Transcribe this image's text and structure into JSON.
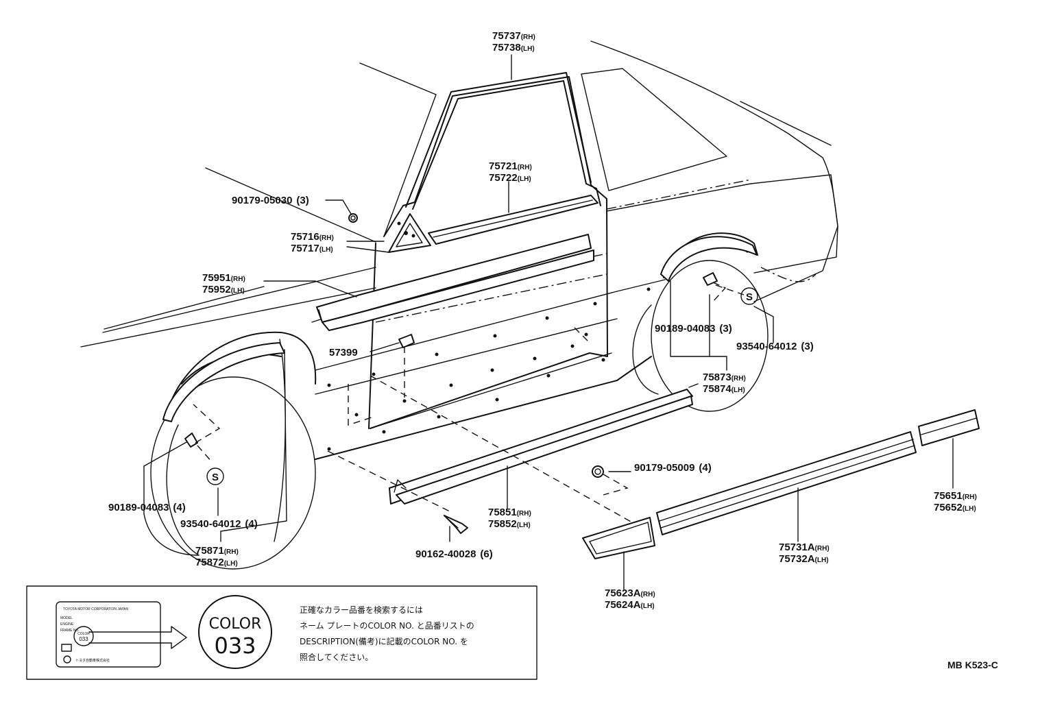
{
  "callouts": {
    "c75737": {
      "num": "75737",
      "sfx": "(RH)"
    },
    "c75738": {
      "num": "75738",
      "sfx": "(LH)"
    },
    "c75721": {
      "num": "75721",
      "sfx": "(RH)"
    },
    "c75722": {
      "num": "75722",
      "sfx": "(LH)"
    },
    "c90179_05030": {
      "num": "90179-05030",
      "sfx": "(3)"
    },
    "c75716": {
      "num": "75716",
      "sfx": "(RH)"
    },
    "c75717": {
      "num": "75717",
      "sfx": "(LH)"
    },
    "c75951": {
      "num": "75951",
      "sfx": "(RH)"
    },
    "c75952": {
      "num": "75952",
      "sfx": "(LH)"
    },
    "c57399": {
      "num": "57399",
      "sfx": ""
    },
    "c90189_04083_r": {
      "num": "90189-04083",
      "sfx": "(3)"
    },
    "c93540_64012_r": {
      "num": "93540-64012",
      "sfx": "(3)"
    },
    "c75873": {
      "num": "75873",
      "sfx": "(RH)"
    },
    "c75874": {
      "num": "75874",
      "sfx": "(LH)"
    },
    "c90179_05009": {
      "num": "90179-05009",
      "sfx": "(4)"
    },
    "c75651": {
      "num": "75651",
      "sfx": "(RH)"
    },
    "c75652": {
      "num": "75652",
      "sfx": "(LH)"
    },
    "c75851": {
      "num": "75851",
      "sfx": "(RH)"
    },
    "c75852": {
      "num": "75852",
      "sfx": "(LH)"
    },
    "c90162_40028": {
      "num": "90162-40028",
      "sfx": "(6)"
    },
    "c90189_04083_f": {
      "num": "90189-04083",
      "sfx": "(4)"
    },
    "c93540_64012_f": {
      "num": "93540-64012",
      "sfx": "(4)"
    },
    "c75871": {
      "num": "75871",
      "sfx": "(RH)"
    },
    "c75872": {
      "num": "75872",
      "sfx": "(LH)"
    },
    "c75731A": {
      "num": "75731A",
      "sfx": "(RH)"
    },
    "c75732A": {
      "num": "75732A",
      "sfx": "(LH)"
    },
    "c75623A": {
      "num": "75623A",
      "sfx": "(RH)"
    },
    "c75624A": {
      "num": "75624A",
      "sfx": "(LH)"
    }
  },
  "s_marker": "S",
  "color_note": {
    "badge_word": "COLOR",
    "badge_code": "033",
    "plate_title": "TOYOTA MOTOR CORPORATION JAPAN",
    "plate_rows": [
      "MODEL",
      "ENGINE",
      "FRAME NO."
    ],
    "plate_color_word": "COLOR",
    "plate_color_code": "033",
    "plate_maker": "トヨタ自動車株式会社",
    "lines": [
      "正確なカラー品番を検索するには",
      "ネーム プレートのCOLOR NO. と品番リストの",
      "DESCRIPTION(備考)に記載のCOLOR NO. を",
      "照合してください。"
    ]
  },
  "diagram_code": "MB K523-C"
}
